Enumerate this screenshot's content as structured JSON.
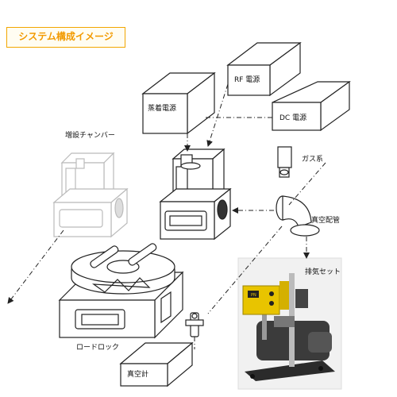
{
  "title": "システム構成イメージ",
  "labels": {
    "rf_power": "RF 電源",
    "deposition_power": "蒸着電源",
    "dc_power": "DC 電源",
    "extra_chamber": "増設チャンバー",
    "gas_system": "ガス系",
    "vacuum_piping": "真空配管",
    "exhaust_set": "排気セット",
    "load_lock": "ロードロック",
    "vacuum_gauge": "真空計"
  },
  "pump_label": "PN",
  "colors": {
    "title_border": "#f2a600",
    "title_text": "#f29a00",
    "line": "#222222",
    "ghost": "#bbbbbb",
    "pump_yellow": "#e8c400"
  }
}
